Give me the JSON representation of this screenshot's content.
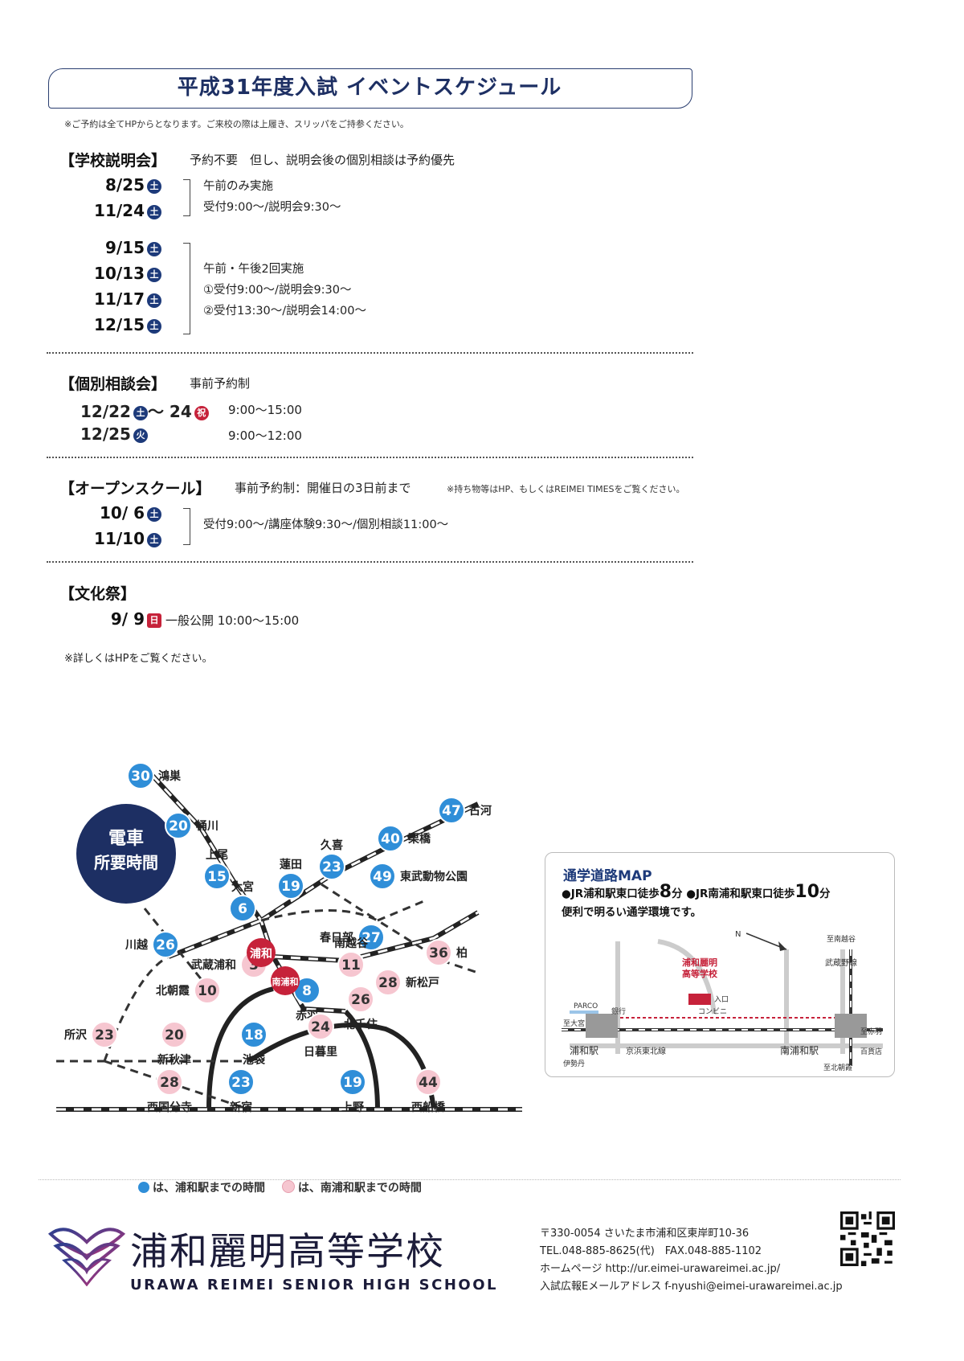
{
  "title": "平成31年度入試 イベントスケジュール",
  "reservation_note": "※ご予約は全てHPからとなります。ご来校の際は上履き、スリッパをご持参ください。",
  "briefing": {
    "heading": "【学校説明会】",
    "desc": "予約不要　但し、説明会後の個別相談は予約優先",
    "group1": {
      "dates": [
        "8/25",
        "11/24"
      ],
      "day": "土",
      "info": [
        "午前のみ実施",
        "受付9:00～/説明会9:30～"
      ]
    },
    "group2": {
      "dates": [
        "9/15",
        "10/13",
        "11/17",
        "12/15"
      ],
      "day": "土",
      "info": [
        "午前・午後2回実施",
        "①受付9:00～/説明会9:30～",
        "②受付13:30～/説明会14:00～"
      ]
    }
  },
  "consult": {
    "heading": "【個別相談会】",
    "desc": "事前予約制",
    "row1": {
      "date_a": "12/22",
      "day_a": "土",
      "sep": "～ 24",
      "day_b": "祝",
      "time": "9:00～15:00"
    },
    "row2": {
      "date": "12/25",
      "day": "火",
      "time": "9:00～12:00"
    }
  },
  "open_school": {
    "heading": "【オープンスクール】",
    "desc": "事前予約制：開催日の3日前まで",
    "note": "※持ち物等はHP、もしくはREIMEI TIMESをご覧ください。",
    "dates": [
      "10/ 6",
      "11/10"
    ],
    "day": "土",
    "info": "受付9:00～/講座体験9:30～/個別相談11:00～"
  },
  "festival": {
    "heading": "【文化祭】",
    "date": "9/ 9",
    "day": "日",
    "info": "一般公開 10:00～15:00"
  },
  "hp_note": "※詳しくはHPをご覧ください。",
  "train_map": {
    "badge_line1": "電車",
    "badge_line2": "所要時間",
    "home_station": "浦和",
    "home_station2": "南浦和",
    "stations": [
      {
        "name": "鴻巣",
        "min": "30",
        "type": "blue"
      },
      {
        "name": "桶川",
        "min": "20",
        "type": "blue"
      },
      {
        "name": "上尾",
        "min": "15",
        "type": "blue"
      },
      {
        "name": "大宮",
        "min": "6",
        "type": "blue"
      },
      {
        "name": "蓮田",
        "min": "19",
        "type": "blue"
      },
      {
        "name": "久喜",
        "min": "23",
        "type": "blue"
      },
      {
        "name": "栗橋",
        "min": "40",
        "type": "blue"
      },
      {
        "name": "古河",
        "min": "47",
        "type": "blue"
      },
      {
        "name": "東武動物公園",
        "min": "49",
        "type": "blue"
      },
      {
        "name": "春日部",
        "min": "27",
        "type": "blue"
      },
      {
        "name": "川越",
        "min": "26",
        "type": "blue"
      },
      {
        "name": "武蔵浦和",
        "min": "3",
        "type": "pink"
      },
      {
        "name": "赤羽",
        "min": "8",
        "type": "blue"
      },
      {
        "name": "南越谷",
        "min": "11",
        "type": "pink"
      },
      {
        "name": "柏",
        "min": "36",
        "type": "pink"
      },
      {
        "name": "北朝霞",
        "min": "10",
        "type": "pink"
      },
      {
        "name": "新松戸",
        "min": "28",
        "type": "pink"
      },
      {
        "name": "北千住",
        "min": "26",
        "type": "pink"
      },
      {
        "name": "所沢",
        "min": "23",
        "type": "pink"
      },
      {
        "name": "新秋津",
        "min": "20",
        "type": "pink"
      },
      {
        "name": "池袋",
        "min": "18",
        "type": "blue"
      },
      {
        "name": "日暮里",
        "min": "24",
        "type": "pink"
      },
      {
        "name": "西国分寺",
        "min": "28",
        "type": "pink"
      },
      {
        "name": "新宿",
        "min": "23",
        "type": "blue"
      },
      {
        "name": "上野",
        "min": "19",
        "type": "blue"
      },
      {
        "name": "西船橋",
        "min": "44",
        "type": "pink"
      }
    ],
    "legend_blue": "は、浦和駅までの時間",
    "legend_pink": "は、南浦和駅までの時間"
  },
  "route_map": {
    "title": "通学道路MAP",
    "line1_a": "●JR浦和駅東口徒歩",
    "line1_b": "8",
    "line1_c": "分 ●JR南浦和駅東口徒歩",
    "line1_d": "10",
    "line1_e": "分",
    "line2": "便利で明るい通学環境です。",
    "school_label": "浦和麗明\n高等学校",
    "labels": {
      "parco": "PARCO",
      "urawa": "浦和駅",
      "minami_urawa": "南浦和駅",
      "keihin": "京浜東北線",
      "musashino": "武蔵野線",
      "to_omiya": "至大宮",
      "to_akabane": "至赤羽",
      "to_minami": "至南越谷",
      "to_kita": "至北朝霞",
      "entrance": "入口",
      "conveni": "コンビニ",
      "bank": "銀行",
      "isetan": "伊勢丹",
      "hyakuyen": "百貨店"
    }
  },
  "footer": {
    "school_jp": "浦和麗明高等学校",
    "school_en": "URAWA REIMEI SENIOR HIGH SCHOOL",
    "address": "〒330-0054 さいたま市浦和区東岸町10-36",
    "tel": "TEL.048-885-8625(代)　FAX.048-885-1102",
    "hp": "ホームページ http://ur.eimei-urawareimei.ac.jp/",
    "email": "入試広報Eメールアドレス f-nyushi@eimei-urawareimei.ac.jp"
  },
  "colors": {
    "navy": "#1d3a7a",
    "blue_station": "#2f8ed8",
    "pink_station": "#f6c6d0",
    "red": "#c6223a"
  }
}
